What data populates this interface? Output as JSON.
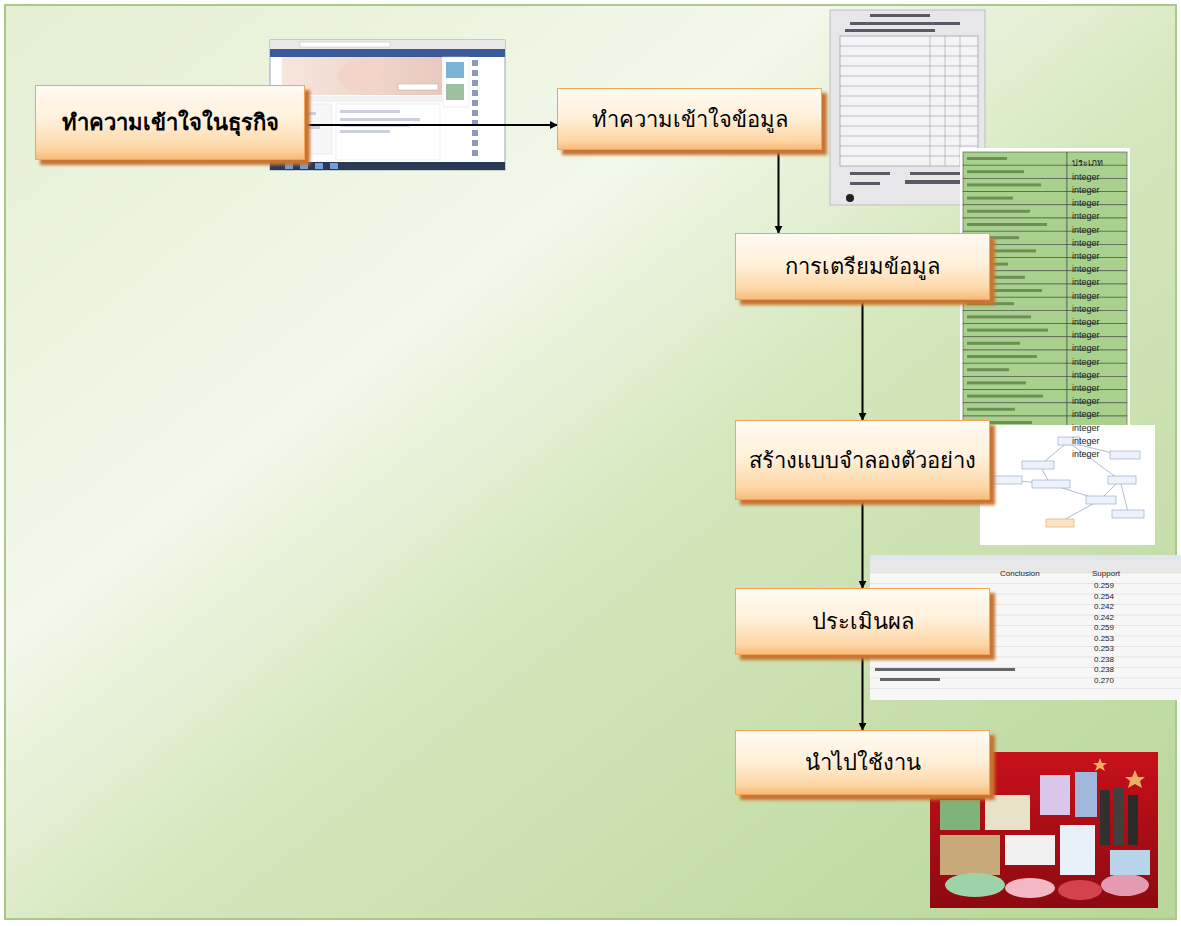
{
  "diagram": {
    "nodes": [
      {
        "text": [
          "ทำความเข้าใจในธุรกิจ"
        ]
      },
      {
        "text": [
          "ทำความเข้าใจข้อมูล"
        ]
      },
      {
        "text": [
          "การเตรียมข้อมูล"
        ]
      },
      {
        "text": [
          "สร้างแบบจำลองตัวอย่าง"
        ]
      },
      {
        "text": [
          "ประเมินผล"
        ]
      },
      {
        "text": [
          "นำไปใช้งาน"
        ]
      }
    ],
    "edges": [
      {
        "from": 0,
        "to": 1,
        "arrow": "to"
      },
      {
        "from": 1,
        "to": 2,
        "arrow": "to"
      },
      {
        "from": 2,
        "to": 3,
        "arrow": "to"
      },
      {
        "from": 3,
        "to": 4,
        "arrow": "to"
      },
      {
        "from": 4,
        "to": 5,
        "arrow": "to"
      }
    ],
    "labels": [
      "ประเภท",
      "integer",
      "integer",
      "integer",
      "integer",
      "integer",
      "integer",
      "integer",
      "integer",
      "integer",
      "integer",
      "integer",
      "integer",
      "integer",
      "integer",
      "integer",
      "integer",
      "integer",
      "integer",
      "integer",
      "integer",
      "integer",
      "integer",
      "Conclusion",
      "Support",
      "0.259",
      "0.254",
      "0.242",
      "0.242",
      "0.259",
      "0.253",
      "0.253",
      "0.238",
      "0.238",
      "0.270"
    ]
  }
}
